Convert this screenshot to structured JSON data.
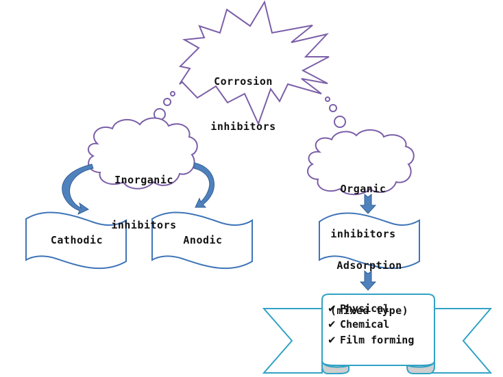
{
  "diagram": {
    "root": {
      "line1": "Corrosion",
      "line2": "inhibitors"
    },
    "inorganic": {
      "line1": "Inorganic",
      "line2": "inhibitors",
      "children": [
        {
          "label": "Cathodic"
        },
        {
          "label": "Anodic"
        }
      ]
    },
    "organic": {
      "line1": "Organic",
      "line2": "inhibitors",
      "adsorption": {
        "line1": "Adsorption",
        "line2": "(mixed type)"
      },
      "mechanisms": [
        {
          "check": "✔",
          "label": "Physical"
        },
        {
          "check": "✔",
          "label": "Chemical"
        },
        {
          "check": "✔",
          "label": "Film forming"
        }
      ]
    },
    "colors": {
      "purple_outline": "#7b5ea7",
      "blue_outline": "#3e74b8",
      "arrow_fill": "#4f81bd",
      "ribbon_outline": "#31a2c5",
      "ribbon_fold": "#cfcfcf"
    }
  }
}
